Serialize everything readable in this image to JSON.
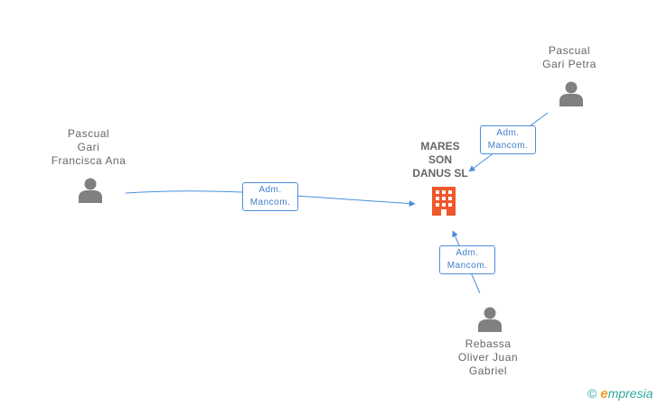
{
  "company": {
    "name_lines": [
      "MARES",
      "SON",
      "DANUS SL"
    ]
  },
  "persons": [
    {
      "id": "gari-petra",
      "name_lines": [
        "Pascual",
        "Gari Petra"
      ]
    },
    {
      "id": "francisca-ana",
      "name_lines": [
        "Pascual",
        "Gari",
        "Francisca Ana"
      ]
    },
    {
      "id": "juan-gabriel",
      "name_lines": [
        "Rebassa",
        "Oliver Juan",
        "Gabriel"
      ]
    }
  ],
  "relations": [
    {
      "from": "gari-petra",
      "label_lines": [
        "Adm.",
        "Mancom."
      ]
    },
    {
      "from": "francisca-ana",
      "label_lines": [
        "Adm.",
        "Mancom."
      ]
    },
    {
      "from": "juan-gabriel",
      "label_lines": [
        "Adm.",
        "Mancom."
      ]
    }
  ],
  "icons": {
    "person": "person-icon",
    "company": "building-icon"
  },
  "colors": {
    "edge": "#4a8fdc",
    "person": "#808080",
    "company": "#f0572a",
    "brand_teal": "#2fa7a0",
    "brand_orange": "#f39c1f"
  },
  "brand": {
    "copyright": "©",
    "logo_letter": "e",
    "logo_rest": "mpresia"
  }
}
